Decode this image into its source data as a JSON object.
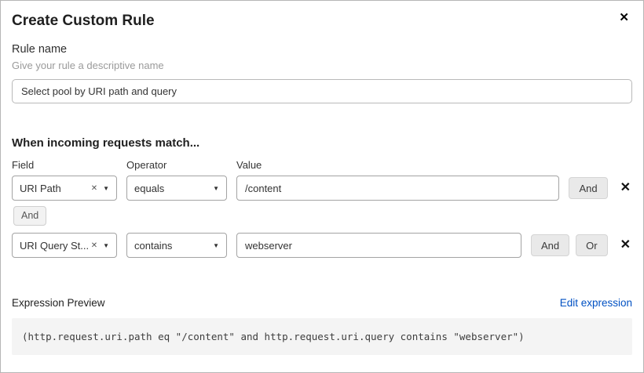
{
  "modal": {
    "title": "Create Custom Rule"
  },
  "icons": {
    "close": "✕",
    "caret": "▼",
    "clear": "✕",
    "remove": "✕"
  },
  "rule_name": {
    "label": "Rule name",
    "hint": "Give your rule a descriptive name",
    "value": "Select pool by URI path and query"
  },
  "match": {
    "heading": "When incoming requests match...",
    "columns": {
      "field": "Field",
      "operator": "Operator",
      "value": "Value"
    },
    "and_label": "And",
    "or_label": "Or",
    "connector": "And",
    "rows": [
      {
        "field": "URI Path",
        "operator": "equals",
        "value": "/content"
      },
      {
        "field": "URI Query St...",
        "operator": "contains",
        "value": "webserver"
      }
    ]
  },
  "expression": {
    "label": "Expression Preview",
    "edit_link": "Edit expression",
    "code": "(http.request.uri.path eq \"/content\" and http.request.uri.query contains \"webserver\")"
  },
  "colors": {
    "link": "#0051c3",
    "button_bg": "#e9e9e9",
    "code_bg": "#f4f4f4"
  }
}
